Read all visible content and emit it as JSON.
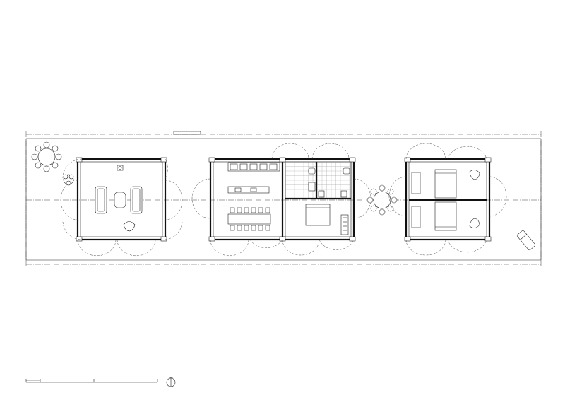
{
  "drawing": {
    "type": "floor-plan",
    "buildings": [
      {
        "name": "pavilion-living",
        "furniture": [
          "sofa",
          "sofa",
          "coffee-table",
          "armchair",
          "stove"
        ]
      },
      {
        "name": "pavilion-kitchen-dining",
        "furniture": [
          "kitchen-counter",
          "kitchen-island",
          "dining-table",
          "bathroom",
          "bedroom"
        ]
      },
      {
        "name": "pavilion-bedrooms",
        "furniture": [
          "bed",
          "bed",
          "armchair",
          "armchair"
        ]
      }
    ],
    "outdoor": [
      "round-table-with-chairs",
      "round-table-with-chairs",
      "lounge-chair",
      "plant"
    ],
    "scale_bar": {
      "north_symbol": "north-arrow-icon"
    },
    "colors": {
      "line": "#222222",
      "background": "#ffffff"
    }
  }
}
